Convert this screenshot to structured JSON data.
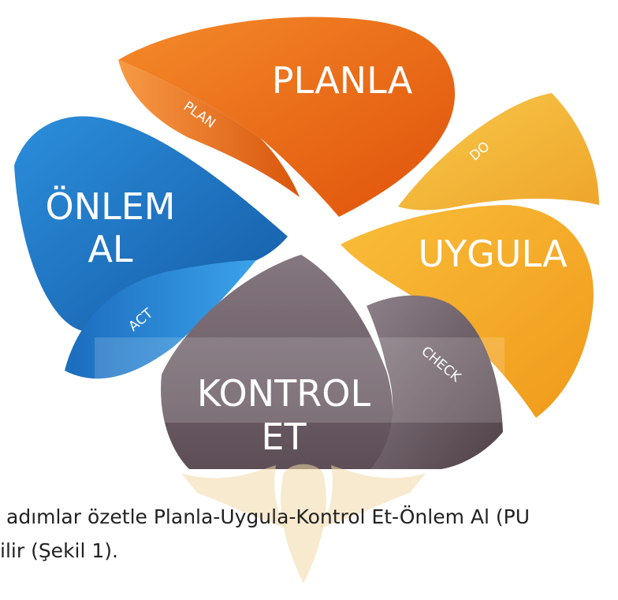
{
  "diagram": {
    "petals": [
      {
        "id": "plan",
        "title": "PLANLA",
        "subtitle": "PLAN",
        "color": "#ED6A12"
      },
      {
        "id": "do",
        "title": "UYGULA",
        "subtitle": "DO",
        "color": "#F3A522"
      },
      {
        "id": "check",
        "title_line1": "KONTROL",
        "title_line2": "ET",
        "subtitle": "CHECK",
        "color": "#6E5E66"
      },
      {
        "id": "act",
        "title_line1": "ÖNLEM",
        "title_line2": "AL",
        "subtitle": "ACT",
        "color": "#1F76C4"
      }
    ]
  },
  "caption": {
    "line1": "adımlar özetle Planla-Uygula-Kontrol Et-Önlem Al (PU",
    "line2": "ilir (Şekil 1)."
  },
  "colors": {
    "watermark": "#F2D9A8",
    "text_white": "#FFFFFF"
  }
}
